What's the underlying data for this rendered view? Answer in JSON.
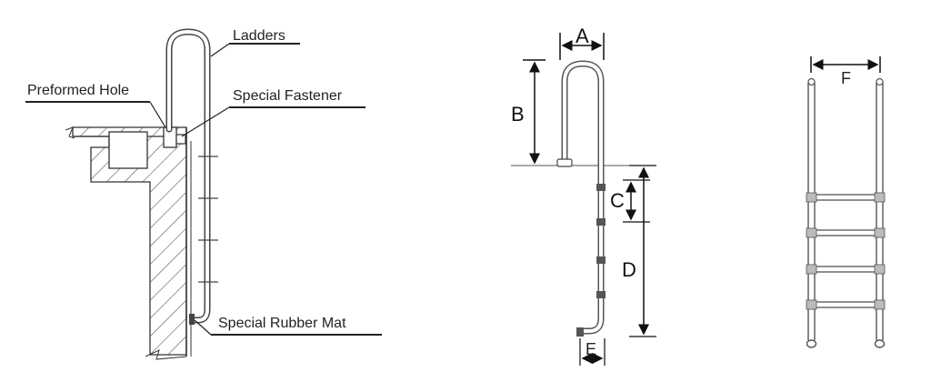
{
  "callouts": {
    "ladders": "Ladders",
    "preformed_hole": "Preformed Hole",
    "special_fastener": "Special Fastener",
    "special_rubber_mat": "Special Rubber Mat"
  },
  "dimensions": {
    "a": "A",
    "b": "B",
    "c": "C",
    "d": "D",
    "e": "E",
    "f": "F"
  }
}
